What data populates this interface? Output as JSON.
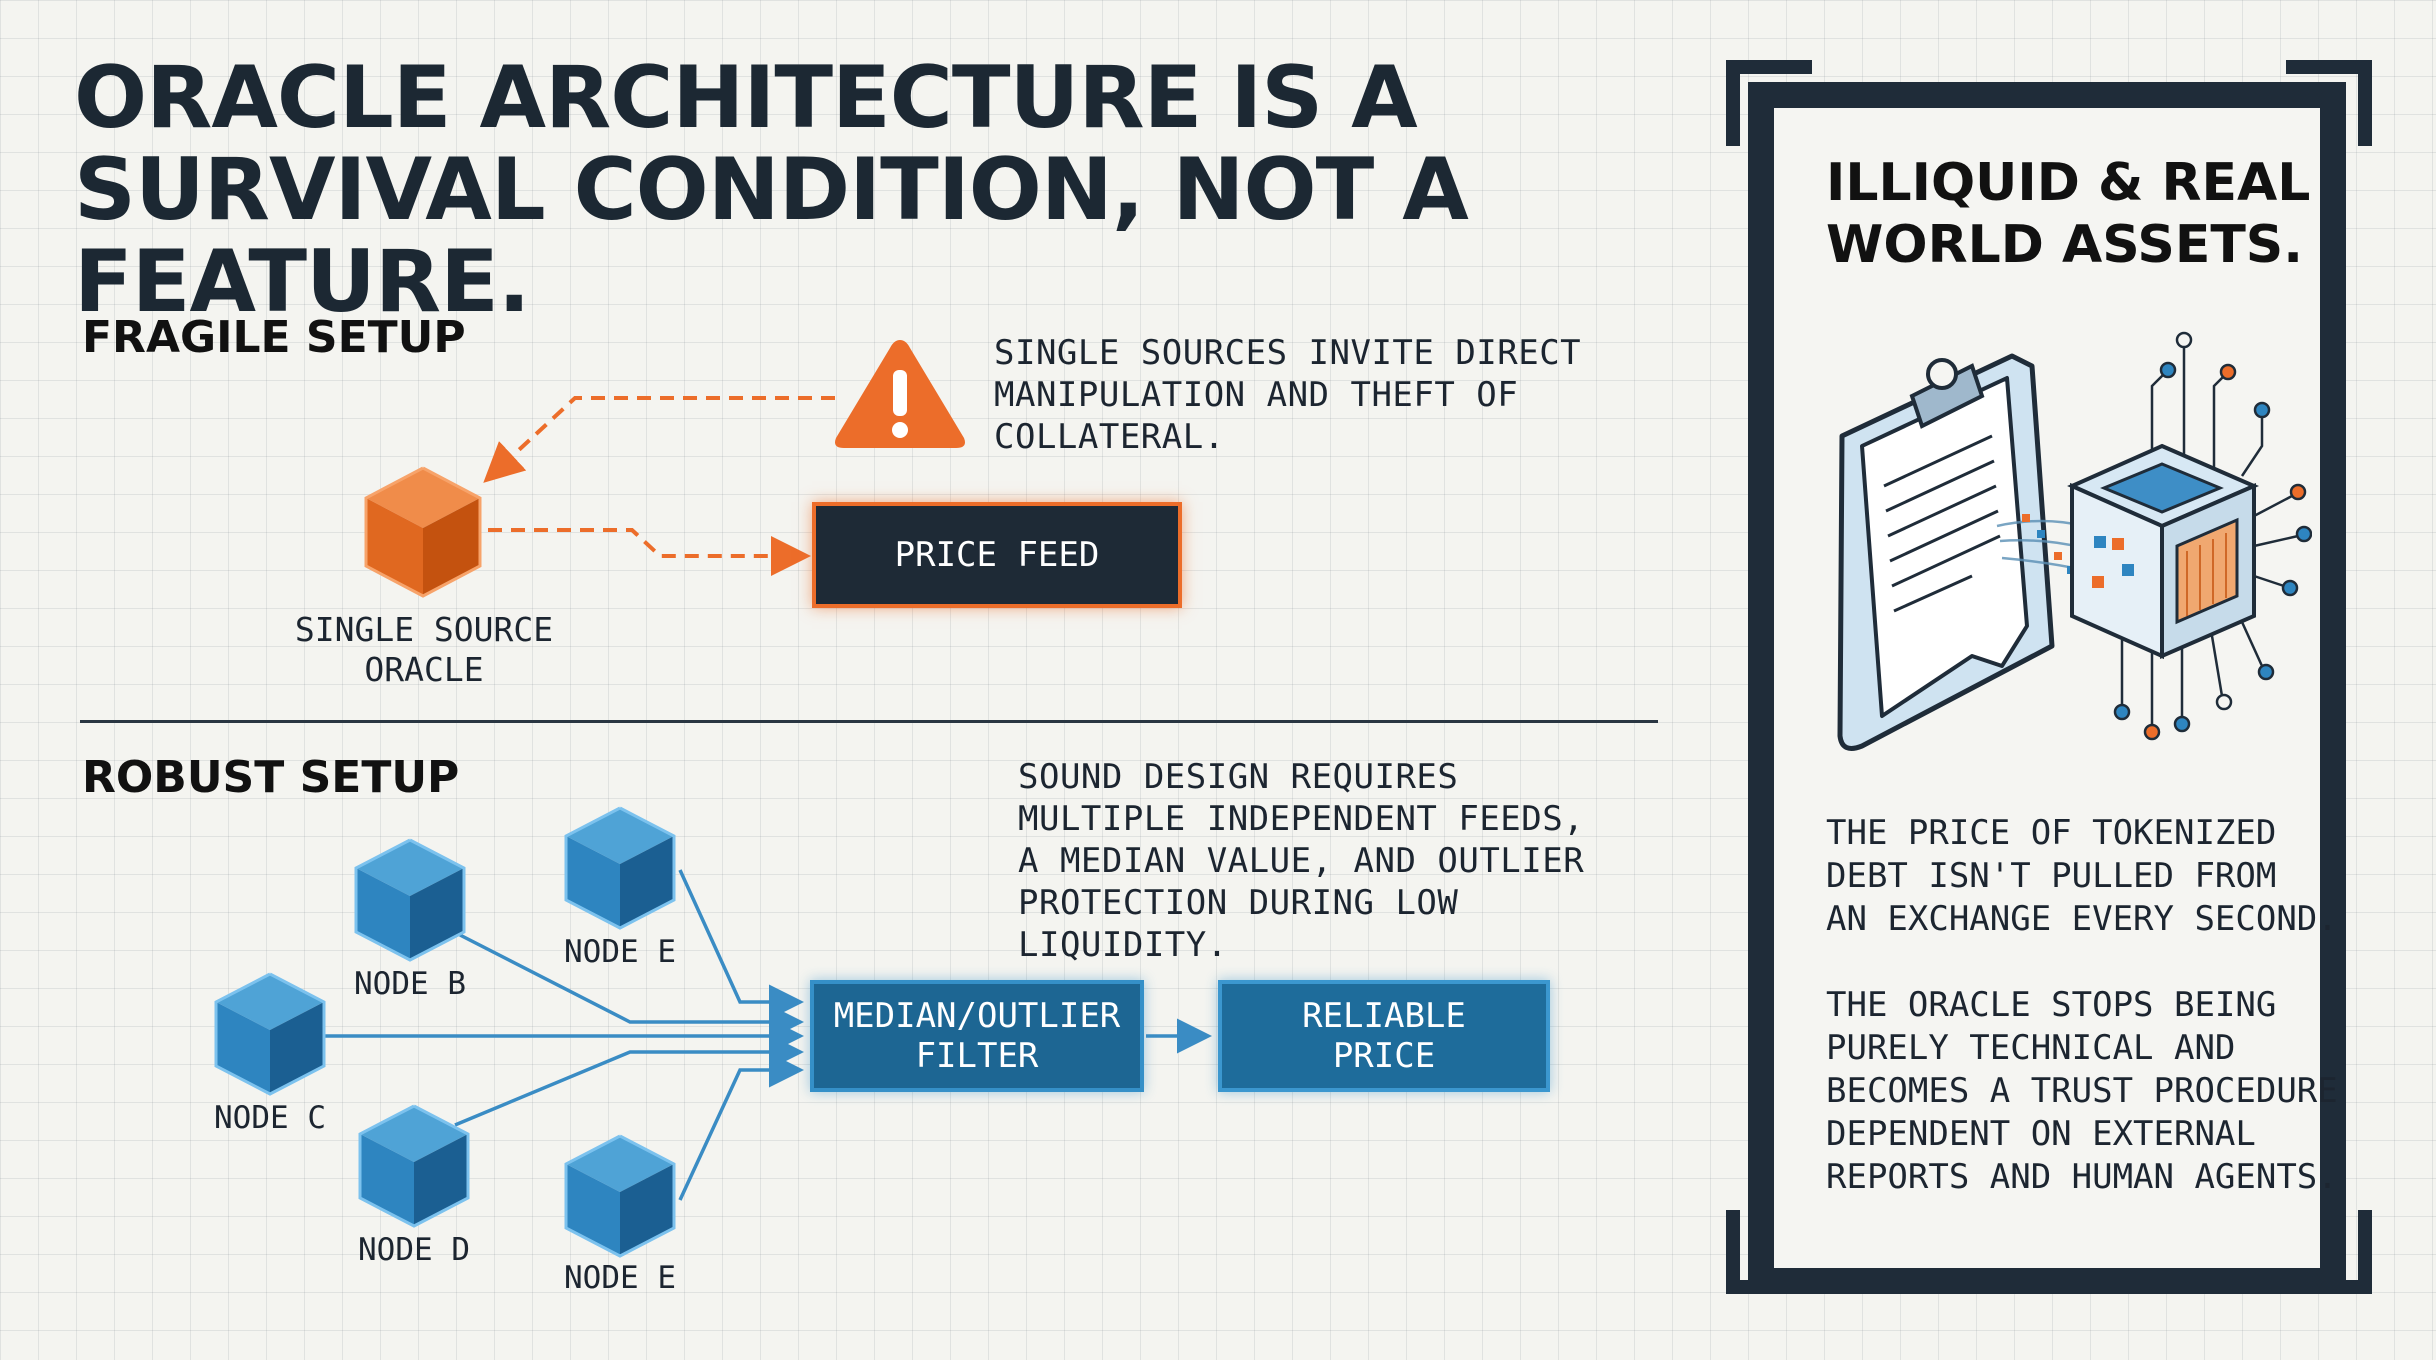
{
  "title": "ORACLE ARCHITECTURE IS A SURVIVAL CONDITION, NOT A FEATURE.",
  "fragile": {
    "heading": "FRAGILE SETUP",
    "description": "SINGLE SOURCES INVITE DIRECT MANIPULATION AND THEFT OF COLLATERAL.",
    "oracle_label_line1": "SINGLE SOURCE",
    "oracle_label_line2": "ORACLE",
    "price_feed_label": "PRICE FEED",
    "warning_icon": "warning-triangle-icon",
    "accent_color": "#ec6d2a"
  },
  "robust": {
    "heading": "ROBUST SETUP",
    "description_lines": [
      "SOUND DESIGN REQUIRES",
      "MULTIPLE INDEPENDENT FEEDS,",
      "A MEDIAN VALUE, AND OUTLIER",
      "PROTECTION DURING LOW LIQUIDITY."
    ],
    "nodes": [
      "NODE B",
      "NODE E",
      "NODE C",
      "NODE D",
      "NODE E"
    ],
    "filter_line1": "MEDIAN/OUTLIER",
    "filter_line2": "FILTER",
    "output_line1": "RELIABLE",
    "output_line2": "PRICE",
    "accent_color": "#2b80bd"
  },
  "panel": {
    "heading_line1": "ILLIQUID & REAL",
    "heading_line2": "WORLD ASSETS.",
    "illustration_icon": "clipboard-chip-icon",
    "paragraph1_lines": [
      "THE PRICE OF TOKENIZED",
      "DEBT ISN'T PULLED FROM",
      "AN EXCHANGE EVERY SECOND."
    ],
    "paragraph2_lines": [
      "THE ORACLE STOPS BEING",
      "PURELY TECHNICAL AND",
      "BECOMES A TRUST PROCEDURE",
      "DEPENDENT ON EXTERNAL",
      "REPORTS AND HUMAN AGENTS."
    ]
  }
}
